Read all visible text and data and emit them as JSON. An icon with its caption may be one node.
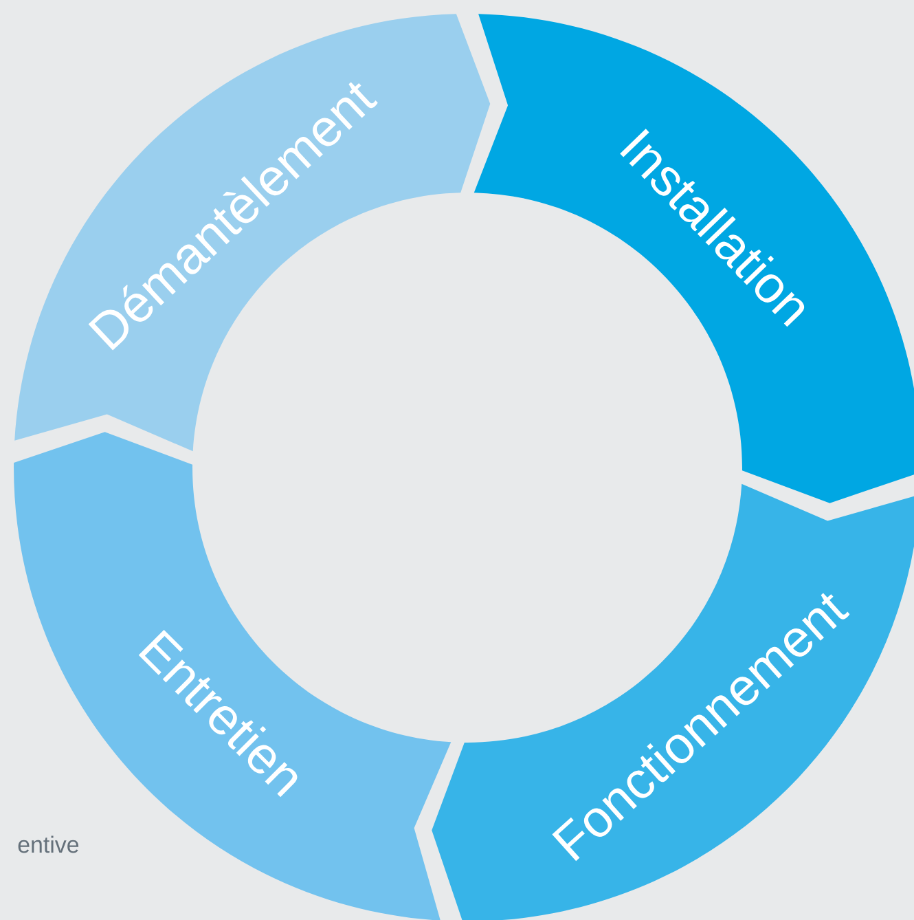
{
  "diagram": {
    "nodes": [
      {
        "text": [
          "Démantèlement"
        ]
      },
      {
        "text": [
          "Installation"
        ]
      },
      {
        "text": [
          "Fonctionnement"
        ]
      },
      {
        "text": [
          "Entretien"
        ]
      }
    ],
    "labels": [
      "entive"
    ]
  }
}
